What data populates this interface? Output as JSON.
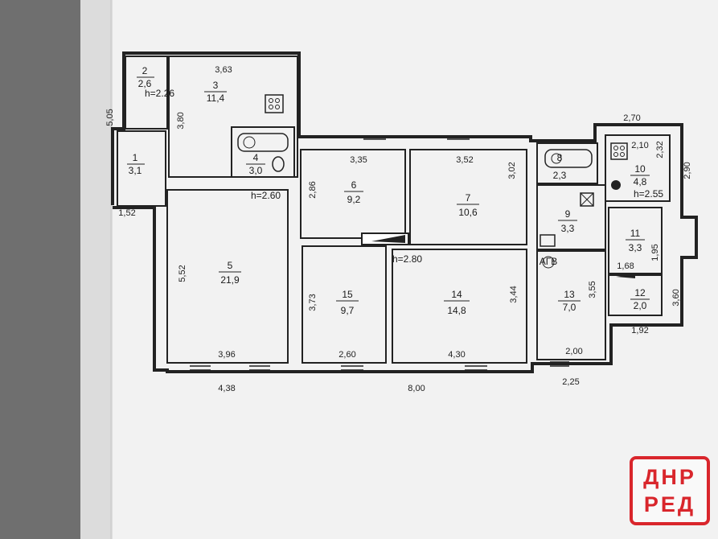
{
  "rooms": [
    {
      "num": "1",
      "area": "3,1"
    },
    {
      "num": "2",
      "area": "2,6"
    },
    {
      "num": "3",
      "area": "11,4"
    },
    {
      "num": "4",
      "area": "3,0"
    },
    {
      "num": "5",
      "area": "21,9"
    },
    {
      "num": "6",
      "area": "9,2"
    },
    {
      "num": "7",
      "area": "10,6"
    },
    {
      "num": "8",
      "area": "2,3"
    },
    {
      "num": "9",
      "area": "3,3"
    },
    {
      "num": "10",
      "area": "4,8"
    },
    {
      "num": "11",
      "area": "3,3"
    },
    {
      "num": "12",
      "area": "2,0"
    },
    {
      "num": "13",
      "area": "7,0"
    },
    {
      "num": "14",
      "area": "14,8"
    },
    {
      "num": "15",
      "area": "9,7"
    }
  ],
  "heights": [
    "h=2.26",
    "h=2.60",
    "h=2.80",
    "h=2.55"
  ],
  "dimensions": {
    "d505": "5,05",
    "d152": "1,52",
    "d363": "3,63",
    "d380": "3,80",
    "d335": "3,35",
    "d352": "3,52",
    "d302": "3,02",
    "d286": "2,86",
    "d552": "5,52",
    "d396": "3,96",
    "d438": "4,38",
    "d373": "3,73",
    "d260": "2,60",
    "d430": "4,30",
    "d344": "3,44",
    "d800": "8,00",
    "d355": "3,55",
    "d200": "2,00",
    "d225": "2,25",
    "d270": "2,70",
    "d210": "2,10",
    "d232": "2,32",
    "d290": "2,90",
    "d195": "1,95",
    "d168": "1,68",
    "d360": "3,60",
    "d192": "1,92"
  },
  "equipment": {
    "gas_meter": "АГВ"
  },
  "watermark": {
    "line1": "ДНР",
    "line2": "РЕД",
    "color": "#d9262c"
  }
}
